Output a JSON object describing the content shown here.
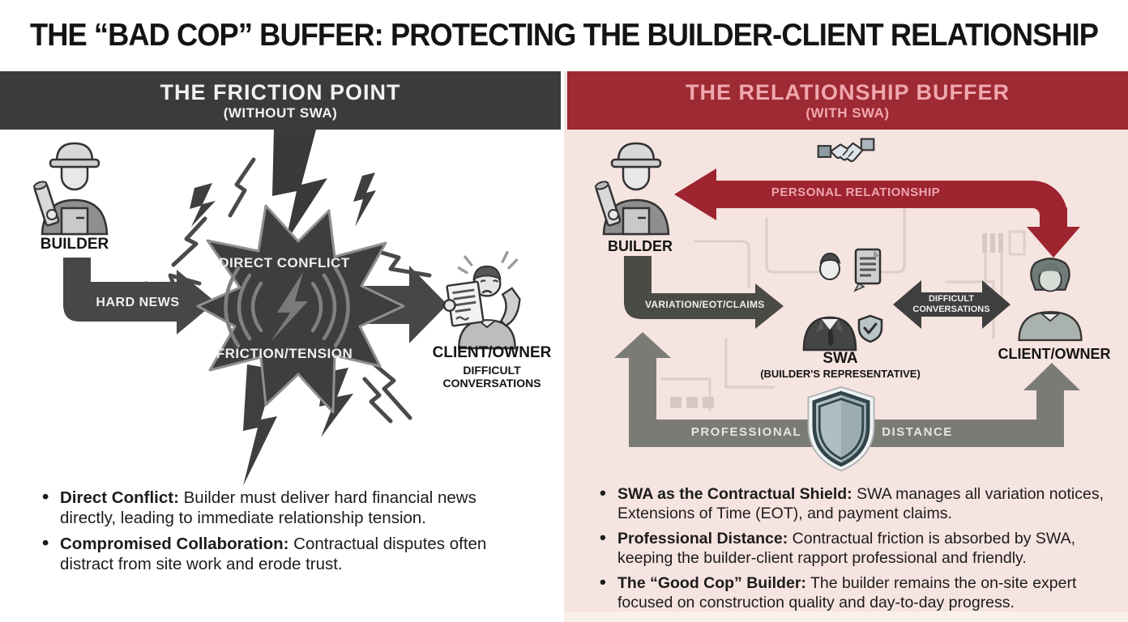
{
  "title": "THE “BAD COP” BUFFER: PROTECTING THE BUILDER-CLIENT RELATIONSHIP",
  "left": {
    "header_title": "THE FRICTION POINT",
    "header_subtitle": "(WITHOUT SWA)",
    "builder_label": "BUILDER",
    "hard_news": "HARD NEWS",
    "direct_conflict": "DIRECT CONFLICT",
    "friction_tension": "FRICTION/TENSION",
    "client_label": "CLIENT/OWNER",
    "difficult": "DIFFICULT",
    "conversations": "CONVERSATIONS",
    "bullets": [
      {
        "lead": "Direct Conflict:",
        "text": " Builder must deliver hard financial news directly, leading to immediate relationship tension."
      },
      {
        "lead": "Compromised Collaboration:",
        "text": " Contractual disputes often distract from site work and erode trust."
      }
    ]
  },
  "right": {
    "header_title": "THE RELATIONSHIP BUFFER",
    "header_subtitle": "(WITH SWA)",
    "builder_label": "BUILDER",
    "personal_relationship": "PERSONAL RELATIONSHIP",
    "variation_claims": "VARIATION/EOT/CLAIMS",
    "swa_label": "SWA",
    "swa_sublabel": "(BUILDER'S REPRESENTATIVE)",
    "difficult": "DIFFICULT",
    "conversations": "CONVERSATIONS",
    "client_label": "CLIENT/OWNER",
    "professional": "PROFESSIONAL",
    "distance": "DISTANCE",
    "bullets": [
      {
        "lead": "SWA as the Contractual Shield:",
        "text": " SWA manages all variation notices, Extensions of Time (EOT), and payment claims."
      },
      {
        "lead": "Professional Distance:",
        "text": " Contractual friction is absorbed by SWA, keeping the builder-client rapport professional and friendly."
      },
      {
        "lead": "The “Good Cop” Builder:",
        "text": " The builder remains the on-site expert focused on construction quality and day-to-day progress."
      }
    ]
  },
  "icons": {
    "builder": "construction-worker-icon",
    "stressed_client": "stressed-person-with-document-icon",
    "calm_client": "person-icon",
    "swa": "suited-representative-with-document-and-shield-icon",
    "handshake": "handshake-icon",
    "shield": "shield-icon",
    "conflict": "explosion-lightning-icon"
  },
  "colors": {
    "left_header_bg": "#3b3b3b",
    "right_header_bg": "#9e2a34",
    "right_header_text": "#f0a7ae",
    "right_panel_bg": "#f6e4e0",
    "dark_shape": "#3f3f3f",
    "red_arrow": "#9e2430",
    "gray_arrow": "#7b7b76",
    "text_dark": "#1c1c1c"
  }
}
